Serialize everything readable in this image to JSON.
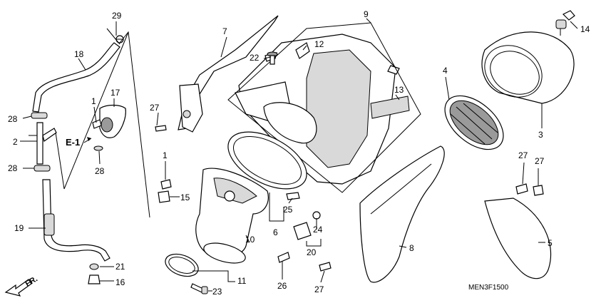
{
  "diagram_code": "MEN3F1500",
  "direction_label": "FR.",
  "reference_label": "E-1",
  "callouts": {
    "c29": "29",
    "c18": "18",
    "c28a": "28",
    "c2": "2",
    "c28b": "28",
    "c19": "19",
    "c21": "21",
    "c16": "16",
    "c1a": "1",
    "c17": "17",
    "c28c": "28",
    "c7": "7",
    "c27a": "27",
    "c22": "22",
    "c12": "12",
    "c9": "9",
    "c13": "13",
    "c1b": "1",
    "c15": "15",
    "c25": "25",
    "c6": "6",
    "c10": "10",
    "c11": "11",
    "c23": "23",
    "c24": "24",
    "c20": "20",
    "c26": "26",
    "c27b": "27",
    "c8": "8",
    "c4": "4",
    "c14": "14",
    "c3": "3",
    "c27c": "27",
    "c27d": "27",
    "c5": "5"
  }
}
